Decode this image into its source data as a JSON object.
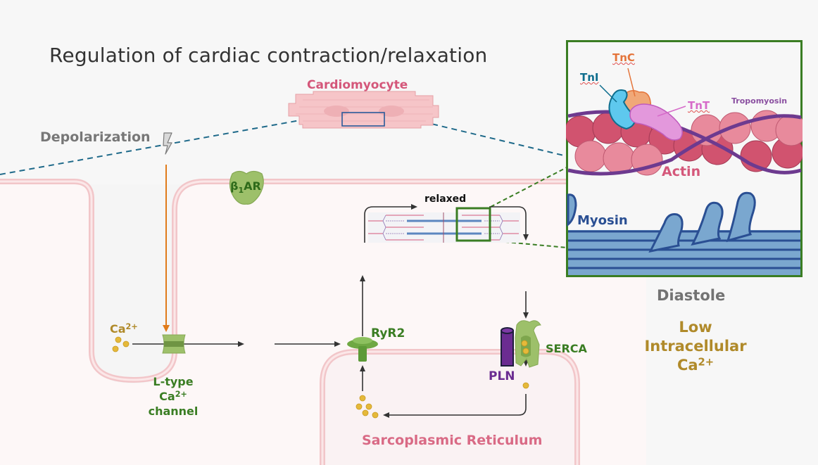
{
  "title": "Regulation of cardiac contraction/relaxation",
  "labels": {
    "cardiomyocyte": "Cardiomyocyte",
    "depolarization": "Depolarization",
    "beta1ar_base": "β",
    "beta1ar_sub": "1",
    "beta1ar_rest": "AR",
    "relaxed": "relaxed",
    "ca_ion": "Ca",
    "ca_charge": "2+",
    "ltype_line1": "L-type",
    "ltype_line2": "Ca",
    "ltype_charge": "2+",
    "ltype_line3": "channel",
    "ryr2": "RyR2",
    "serca": "SERCA",
    "pln": "PLN",
    "sarcoplasmic_reticulum": "Sarcoplasmic Reticulum",
    "diastole": "Diastole",
    "low_line1": "Low",
    "low_line2": "Intracellular",
    "low_line3": "Ca",
    "low_charge": "2+"
  },
  "inset": {
    "tnc": "TnC",
    "tni": "TnI",
    "tnt": "TnT",
    "tropomyosin": "Tropomyosin",
    "actin": "Actin",
    "myosin": "Myosin"
  },
  "colors": {
    "title": "#333333",
    "cardiomyocyte": "#d4577a",
    "depolarization": "#777777",
    "green_label": "#3a7d23",
    "ca_gold": "#b08a2a",
    "pln_purple": "#6b2c91",
    "sr_pink": "#d96a85",
    "inset_border": "#3a7d23",
    "tnc": "#e4743a",
    "tni": "#0f6e8e",
    "tnt": "#d66bc9",
    "tropomyosin": "#8a4fa0",
    "actin": "#d4577a",
    "myosin": "#2a4f93"
  }
}
